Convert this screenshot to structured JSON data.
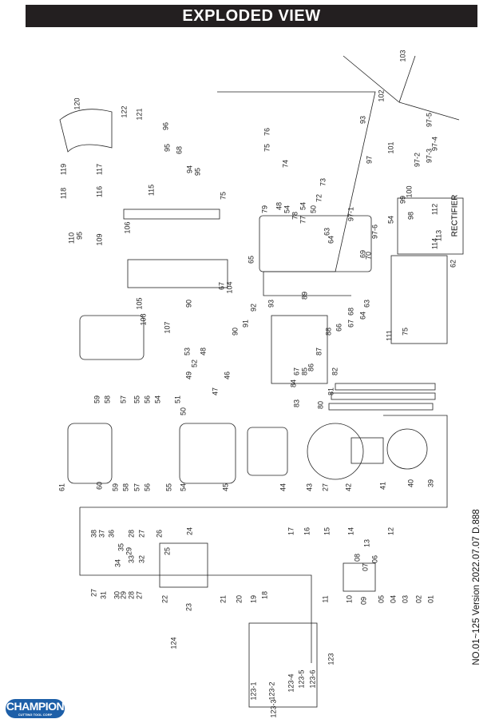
{
  "header": {
    "title": "EXPLODED VIEW"
  },
  "version_text": "NO.01~125 Version 2022.07.07 D.888",
  "rectifier_label": "RECTIFIER",
  "logo": {
    "name": "CHAMPION",
    "tagline": "CUTTING TOOL CORP",
    "color": "#1d5fa8"
  },
  "part_labels": [
    "120",
    "122",
    "121",
    "96",
    "95",
    "68",
    "94",
    "95",
    "119",
    "117",
    "118",
    "116",
    "115",
    "75",
    "76",
    "75",
    "74",
    "73",
    "72",
    "79",
    "48",
    "54",
    "78",
    "77",
    "54",
    "50",
    "103",
    "102",
    "93",
    "97-5",
    "97-4",
    "97-3",
    "97-2",
    "101",
    "97",
    "100",
    "99",
    "98",
    "97-1",
    "97-6",
    "54",
    "112",
    "113",
    "114",
    "62",
    "110",
    "95",
    "109",
    "106",
    "65",
    "64",
    "63",
    "69",
    "70",
    "105",
    "108",
    "90",
    "67",
    "104",
    "107",
    "53",
    "89",
    "93",
    "92",
    "91",
    "90",
    "68",
    "64",
    "63",
    "66",
    "67",
    "88",
    "87",
    "86",
    "85",
    "67",
    "84",
    "83",
    "111",
    "75",
    "52",
    "48",
    "49",
    "46",
    "47",
    "51",
    "50",
    "82",
    "81",
    "80",
    "59",
    "58",
    "57",
    "55",
    "56",
    "54",
    "61",
    "60",
    "59",
    "58",
    "57",
    "56",
    "55",
    "54",
    "45",
    "44",
    "43",
    "27",
    "42",
    "41",
    "40",
    "39",
    "17",
    "16",
    "15",
    "14",
    "13",
    "12",
    "38",
    "37",
    "36",
    "35",
    "29",
    "33",
    "32",
    "28",
    "27",
    "26",
    "24",
    "25",
    "27",
    "31",
    "30",
    "29",
    "28",
    "27",
    "34",
    "22",
    "23",
    "21",
    "20",
    "19",
    "18",
    "11",
    "10",
    "09",
    "08",
    "07",
    "06",
    "05",
    "04",
    "03",
    "02",
    "01",
    "124",
    "123-1",
    "123-2",
    "123-3",
    "123-4",
    "123-5",
    "123-6",
    "123"
  ]
}
